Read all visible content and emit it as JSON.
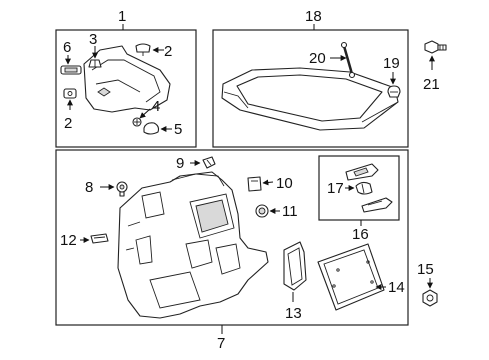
{
  "callouts": {
    "c1": "1",
    "c2a": "2",
    "c2b": "2",
    "c3": "3",
    "c4": "4",
    "c5": "5",
    "c6": "6",
    "c7": "7",
    "c8": "8",
    "c9": "9",
    "c10": "10",
    "c11": "11",
    "c12": "12",
    "c13": "13",
    "c14": "14",
    "c15": "15",
    "c16": "16",
    "c17": "17",
    "c18": "18",
    "c19": "19",
    "c20": "20",
    "c21": "21"
  }
}
